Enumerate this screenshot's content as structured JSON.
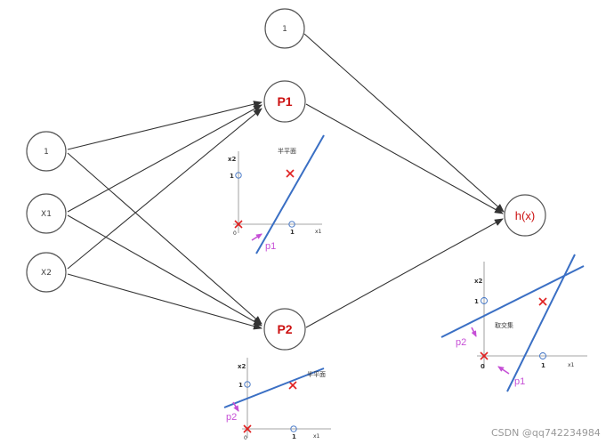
{
  "nodes": {
    "bias_hidden": "1",
    "bias_input": "1",
    "x1": "X1",
    "x2": "X2",
    "p1": "P1",
    "p2": "P2",
    "output": "h(x)"
  },
  "plot_p1": {
    "x_axis_label": "x1",
    "y_axis_label": "x2",
    "origin": "0",
    "tick_x": "1",
    "tick_y": "1",
    "region_label": "半平面",
    "line_label": "p1"
  },
  "plot_p2": {
    "x_axis_label": "x1",
    "y_axis_label": "x2",
    "origin": "0",
    "tick_x": "1",
    "tick_y": "1",
    "region_label": "半平面",
    "line_label": "p2"
  },
  "plot_h": {
    "x_axis_label": "x1",
    "y_axis_label": "x2",
    "origin": "0",
    "tick_x": "1",
    "tick_y": "1",
    "region_label": "取交集",
    "line_label_p1": "p1",
    "line_label_p2": "p2"
  },
  "watermark": "CSDN @qq742234984",
  "colors": {
    "accent_red": "#cc1111",
    "line_blue": "#3a6fc4",
    "arrow_pink": "#c64fd6"
  }
}
